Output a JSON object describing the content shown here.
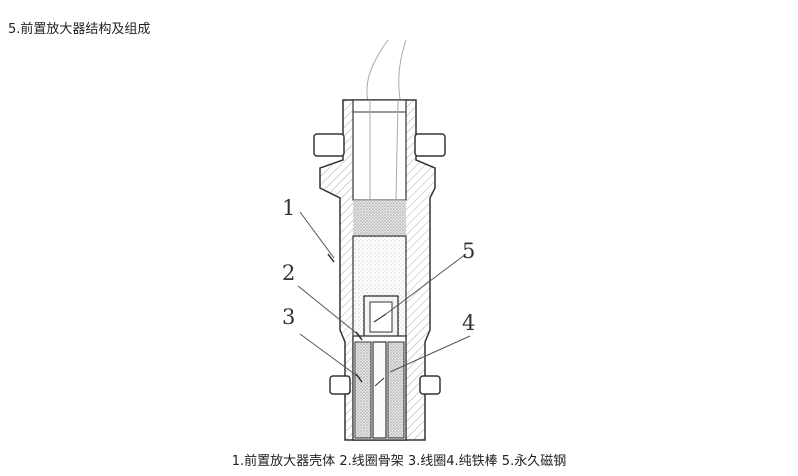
{
  "heading": "5.前置放大器结构及组成",
  "caption": "1.前置放大器壳体 2.线圈骨架 3.线圈4.纯铁棒 5.永久磁钢",
  "diagram": {
    "labels": [
      "1",
      "2",
      "3",
      "4",
      "5"
    ]
  }
}
